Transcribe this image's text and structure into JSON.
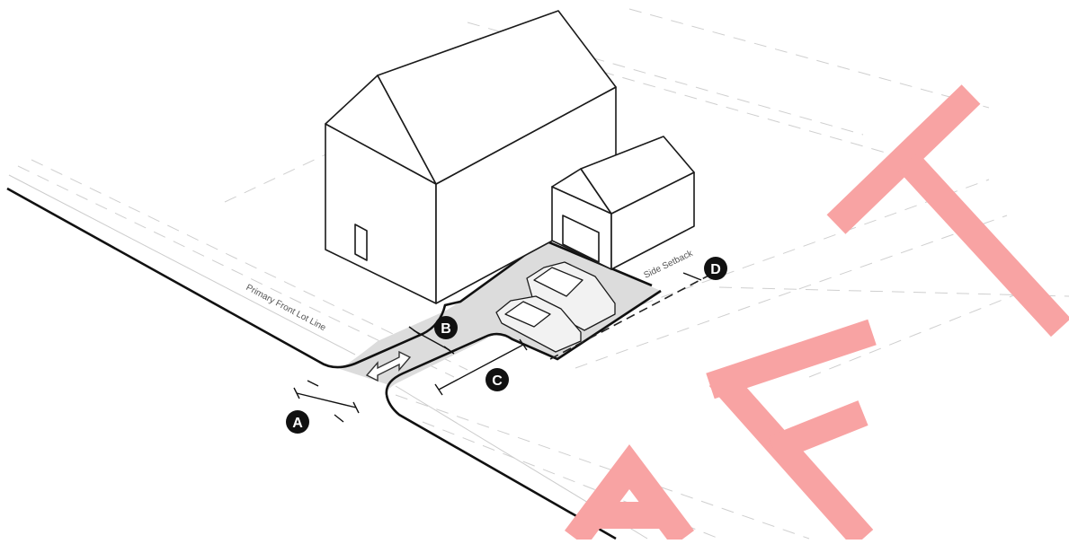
{
  "labels": {
    "a": "A",
    "b": "B",
    "c": "C",
    "d": "D",
    "primary_front_lot_line": "Primary Front Lot Line",
    "side_setback": "Side Setback"
  },
  "watermark": {
    "text": "DRAFT",
    "color": "#f8a3a3"
  },
  "colors": {
    "line": "#1a1a1a",
    "light_line": "#c8c8c8",
    "driveway_fill": "#d9d9d9",
    "marker_fill": "#111111",
    "marker_text": "#ffffff"
  }
}
